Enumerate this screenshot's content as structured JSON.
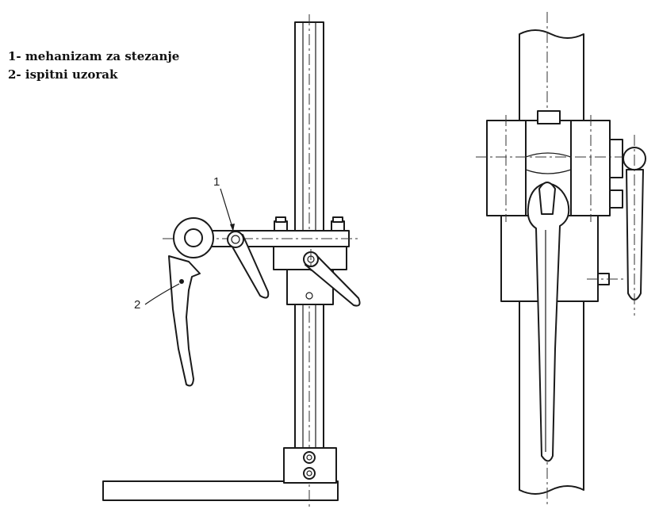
{
  "legend": {
    "item1": "1- mehanizam za stezanje",
    "item2": "2- ispitni uzorak"
  },
  "callouts": {
    "one": "1",
    "two": "2"
  }
}
